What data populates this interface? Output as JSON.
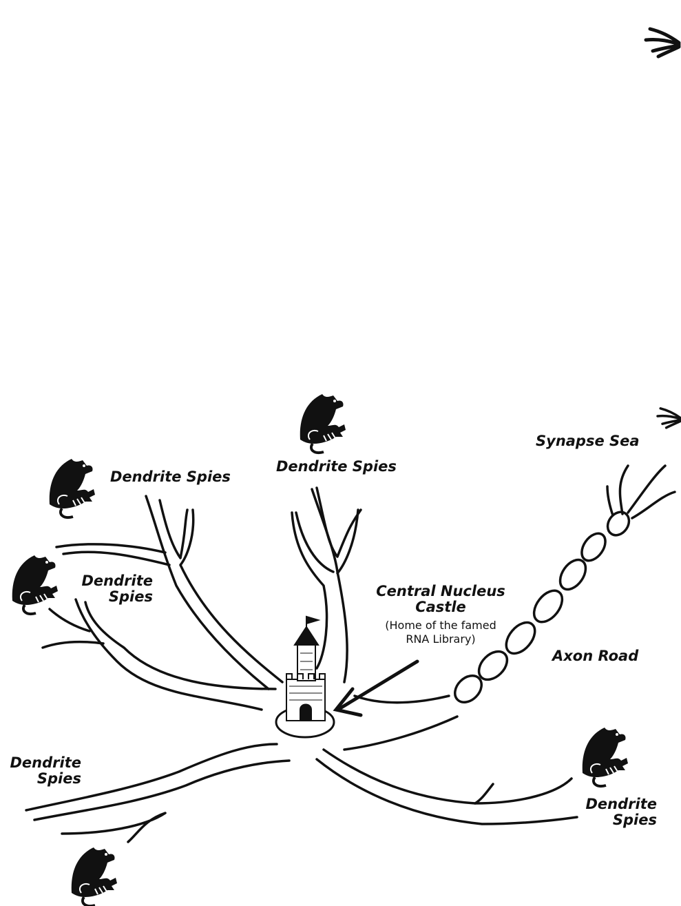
{
  "labels": {
    "synapse_sea": "Synapse Sea",
    "axon_road": "Axon Road",
    "castle_title_1": "Central Nucleus",
    "castle_title_2": "Castle",
    "castle_sub_1": "(Home of the famed",
    "castle_sub_2": "RNA Library)",
    "spies_top_left": "Dendrite Spies",
    "spies_top_center": "Dendrite Spies",
    "spies_left_1": "Dendrite",
    "spies_left_2": "Spies",
    "spies_lower_left_1": "Dendrite",
    "spies_lower_left_2": "Spies",
    "spies_lower_right_1": "Dendrite",
    "spies_lower_right_2": "Spies"
  },
  "icons": [
    "dragon-icon",
    "castle-icon",
    "arrow-icon",
    "claw-icon"
  ],
  "colors": {
    "ink": "#111111",
    "paper": "#ffffff"
  }
}
